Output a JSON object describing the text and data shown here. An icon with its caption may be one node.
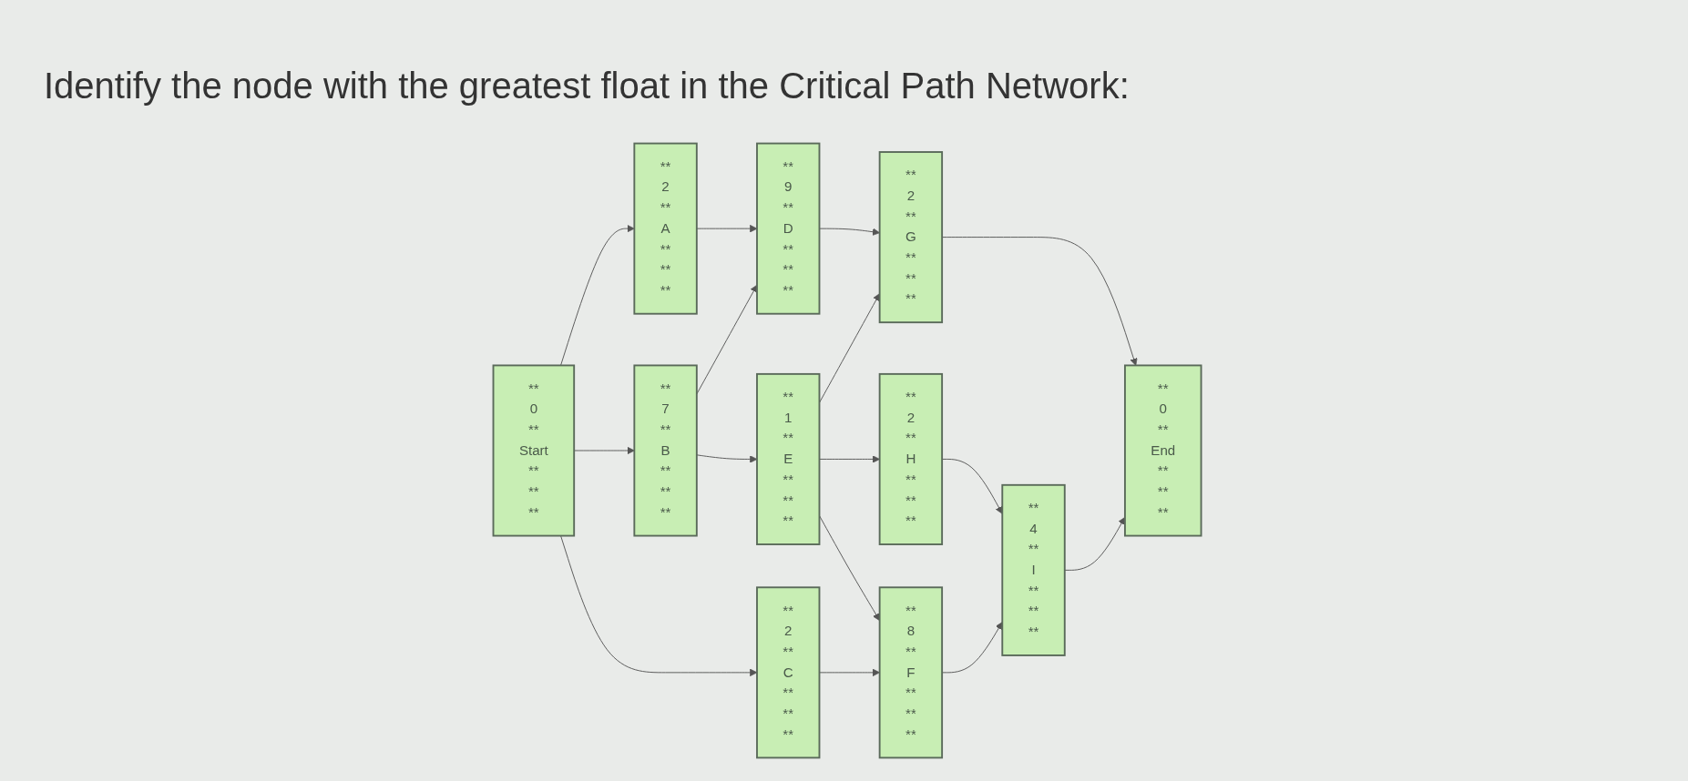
{
  "diagram": {
    "title": "Identify the node with the greatest float in the Critical Path Network:",
    "nodes": [
      {
        "text": [
          "**",
          "0",
          "**",
          "Start",
          "**",
          "**",
          "**"
        ]
      },
      {
        "text": [
          "**",
          "2",
          "**",
          "A",
          "**",
          "**",
          "**"
        ]
      },
      {
        "text": [
          "**",
          "7",
          "**",
          "B",
          "**",
          "**",
          "**"
        ]
      },
      {
        "text": [
          "**",
          "2",
          "**",
          "C",
          "**",
          "**",
          "**"
        ]
      },
      {
        "text": [
          "**",
          "9",
          "**",
          "D",
          "**",
          "**",
          "**"
        ]
      },
      {
        "text": [
          "**",
          "1",
          "**",
          "E",
          "**",
          "**",
          "**"
        ]
      },
      {
        "text": [
          "**",
          "8",
          "**",
          "F",
          "**",
          "**",
          "**"
        ]
      },
      {
        "text": [
          "**",
          "2",
          "**",
          "G",
          "**",
          "**",
          "**"
        ]
      },
      {
        "text": [
          "**",
          "2",
          "**",
          "H",
          "**",
          "**",
          "**"
        ]
      },
      {
        "text": [
          "**",
          "4",
          "**",
          "I",
          "**",
          "**",
          "**"
        ]
      },
      {
        "text": [
          "**",
          "0",
          "**",
          "End",
          "**",
          "**",
          "**"
        ]
      }
    ],
    "edges": [
      {
        "from": 0,
        "to": 1,
        "arrow": "to"
      },
      {
        "from": 0,
        "to": 2,
        "arrow": "to"
      },
      {
        "from": 0,
        "to": 3,
        "arrow": "to"
      },
      {
        "from": 1,
        "to": 4,
        "arrow": "to"
      },
      {
        "from": 2,
        "to": 4,
        "arrow": "to"
      },
      {
        "from": 2,
        "to": 5,
        "arrow": "to"
      },
      {
        "from": 3,
        "to": 6,
        "arrow": "to"
      },
      {
        "from": 4,
        "to": 7,
        "arrow": "to"
      },
      {
        "from": 5,
        "to": 7,
        "arrow": "to"
      },
      {
        "from": 5,
        "to": 8,
        "arrow": "to"
      },
      {
        "from": 5,
        "to": 6,
        "arrow": "to"
      },
      {
        "from": 6,
        "to": 9,
        "arrow": "to"
      },
      {
        "from": 7,
        "to": 10,
        "arrow": "to"
      },
      {
        "from": 8,
        "to": 9,
        "arrow": "to"
      },
      {
        "from": 9,
        "to": 10,
        "arrow": "to"
      }
    ]
  }
}
